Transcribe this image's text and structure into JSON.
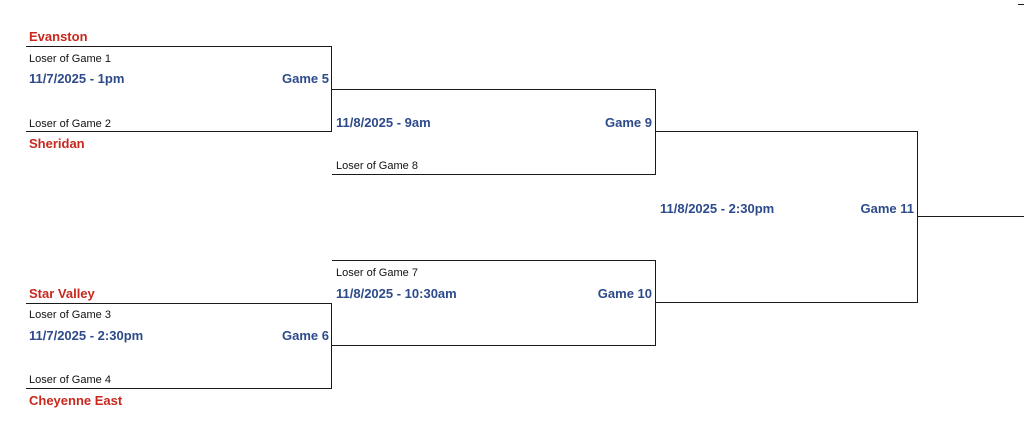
{
  "teams": {
    "evanston": "Evanston",
    "sheridan": "Sheridan",
    "star_valley": "Star Valley",
    "cheyenne_east": "Cheyenne East"
  },
  "game5": {
    "top": "Loser of Game 1",
    "bottom": "Loser of Game 2",
    "datetime": "11/7/2025 - 1pm",
    "label": "Game 5"
  },
  "game6": {
    "top": "Loser of Game 3",
    "bottom": "Loser of Game 4",
    "datetime": "11/7/2025 - 2:30pm",
    "label": "Game 6"
  },
  "game9": {
    "bottom": "Loser of Game 8",
    "datetime": "11/8/2025 - 9am",
    "label": "Game 9"
  },
  "game10": {
    "top": "Loser of Game 7",
    "datetime": "11/8/2025 - 10:30am",
    "label": "Game 10"
  },
  "game11": {
    "datetime": "11/8/2025 - 2:30pm",
    "label": "Game 11"
  }
}
